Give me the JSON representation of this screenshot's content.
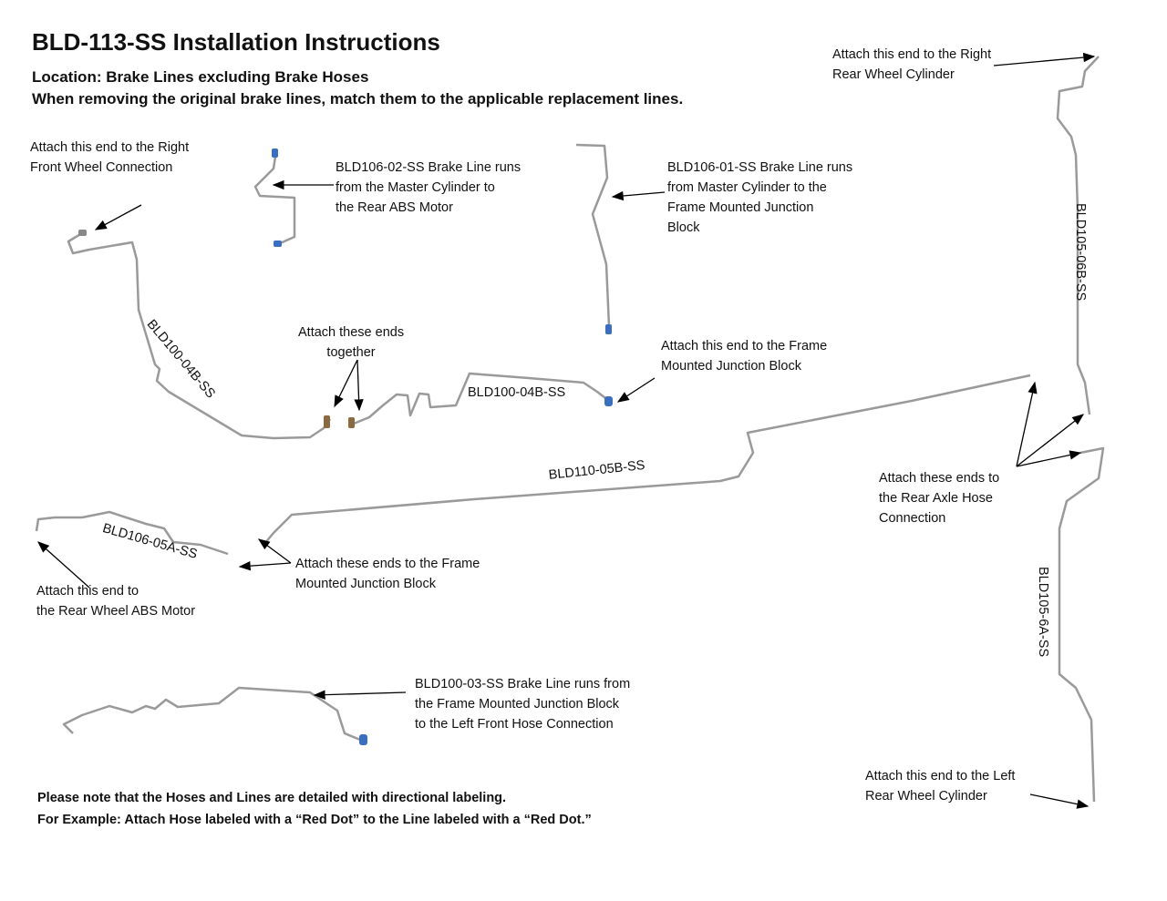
{
  "title": "BLD-113-SS Installation Instructions",
  "subtitle": [
    "Location: Brake Lines excluding Brake Hoses",
    "When removing the original brake lines, match them to the applicable replacement lines."
  ],
  "callouts": {
    "right_front": [
      "Attach this end to the Right",
      "Front Wheel Connection"
    ],
    "bld106_02": [
      "BLD106-02-SS Brake Line runs",
      "from the Master Cylinder to",
      "the Rear ABS Motor"
    ],
    "bld106_01": [
      "BLD106-01-SS Brake Line runs",
      "from Master Cylinder to the",
      "Frame Mounted Junction",
      "Block"
    ],
    "right_rear": [
      "Attach this end to the Right",
      "Rear Wheel Cylinder"
    ],
    "together": [
      "Attach these ends",
      "together"
    ],
    "frame_junction_1": [
      "Attach this end to the Frame",
      "Mounted Junction Block"
    ],
    "rear_axle": [
      "Attach these ends to",
      "the Rear Axle Hose",
      "Connection"
    ],
    "frame_junction_2": [
      "Attach these ends to the Frame",
      "Mounted Junction Block"
    ],
    "rear_abs": [
      "Attach this end to",
      "the Rear Wheel ABS Motor"
    ],
    "bld100_03": [
      "BLD100-03-SS Brake Line runs from",
      "the Frame Mounted Junction Block",
      "to the Left Front Hose Connection"
    ],
    "left_rear": [
      "Attach this end to the Left",
      "Rear Wheel Cylinder"
    ]
  },
  "part_labels": {
    "bld100_04b_a": "BLD100-04B-SS",
    "bld100_04b_b": "BLD100-04B-SS",
    "bld110_05b": "BLD110-05B-SS",
    "bld106_05a": "BLD106-05A-SS",
    "bld105_06b": "BLD105-06B-SS",
    "bld105_6a": "BLD105-6A-SS"
  },
  "note": [
    "Please note that the Hoses and Lines are detailed with directional labeling.",
    "For Example: Attach Hose labeled with a “Red Dot” to the Line labeled with a “Red Dot.”"
  ],
  "colors": {
    "line": "#9a9a9a",
    "fitting_blue": "#3a6fc0",
    "fitting_brass": "#8a6a40"
  }
}
